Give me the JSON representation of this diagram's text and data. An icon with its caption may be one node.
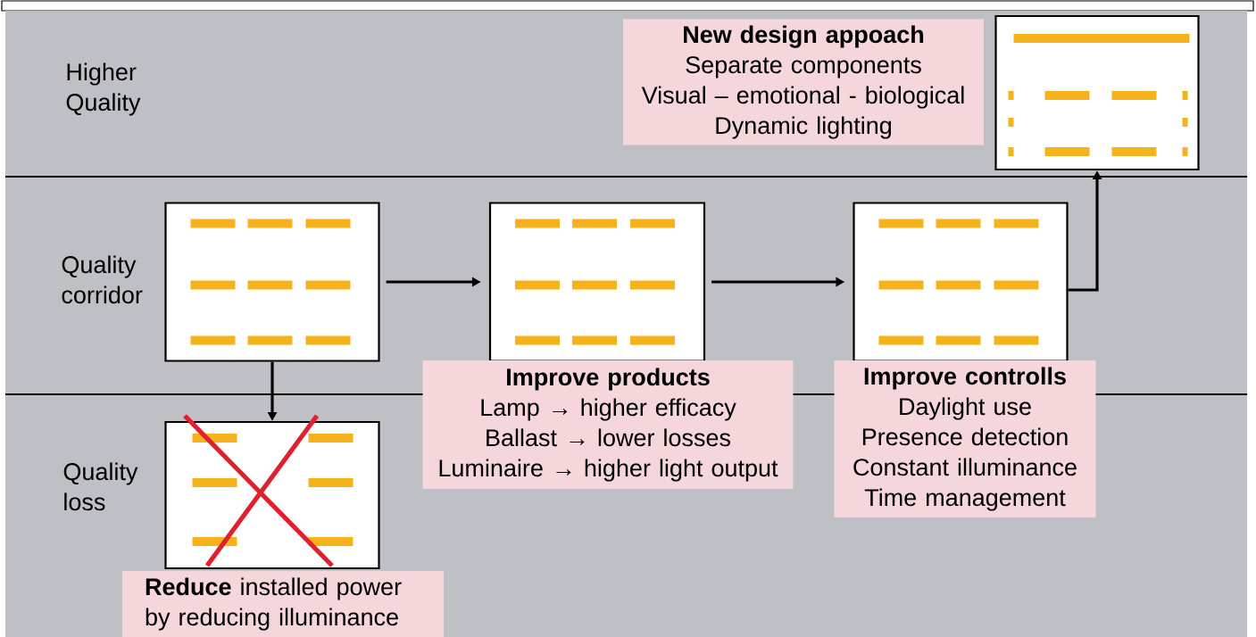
{
  "diagram": {
    "nodes": [
      {
        "text": [
          "New design appoach",
          "Separate components",
          "Visual – emotional - biological",
          "Dynamic lighting"
        ]
      },
      {
        "text": [],
        "shape": "box"
      },
      {
        "text": [],
        "shape": "box"
      },
      {
        "text": [],
        "shape": "box"
      },
      {
        "text": [],
        "shape": "box"
      },
      {
        "text": [
          "Improve products",
          "Lamp → higher efficacy",
          "Ballast → lower losses",
          "Luminaire → higher light output"
        ]
      },
      {
        "text": [
          "Improve controlls",
          "Daylight use",
          "Presence detection",
          "Constant illuminance",
          "Time management"
        ]
      },
      {
        "text": [],
        "shape": "box"
      },
      {
        "text": [
          "**Reduce** installed power by reducing illuminance"
        ]
      }
    ],
    "edges": [
      {
        "from": 2,
        "to": 3,
        "arrow": "to"
      },
      {
        "from": 3,
        "to": 4,
        "arrow": "to"
      },
      {
        "from": 4,
        "to": 1,
        "arrow": "to"
      },
      {
        "from": 2,
        "to": 7,
        "arrow": "to"
      }
    ],
    "labels": [
      "Higher Quality",
      "Quality corridor",
      "Quality loss"
    ]
  }
}
